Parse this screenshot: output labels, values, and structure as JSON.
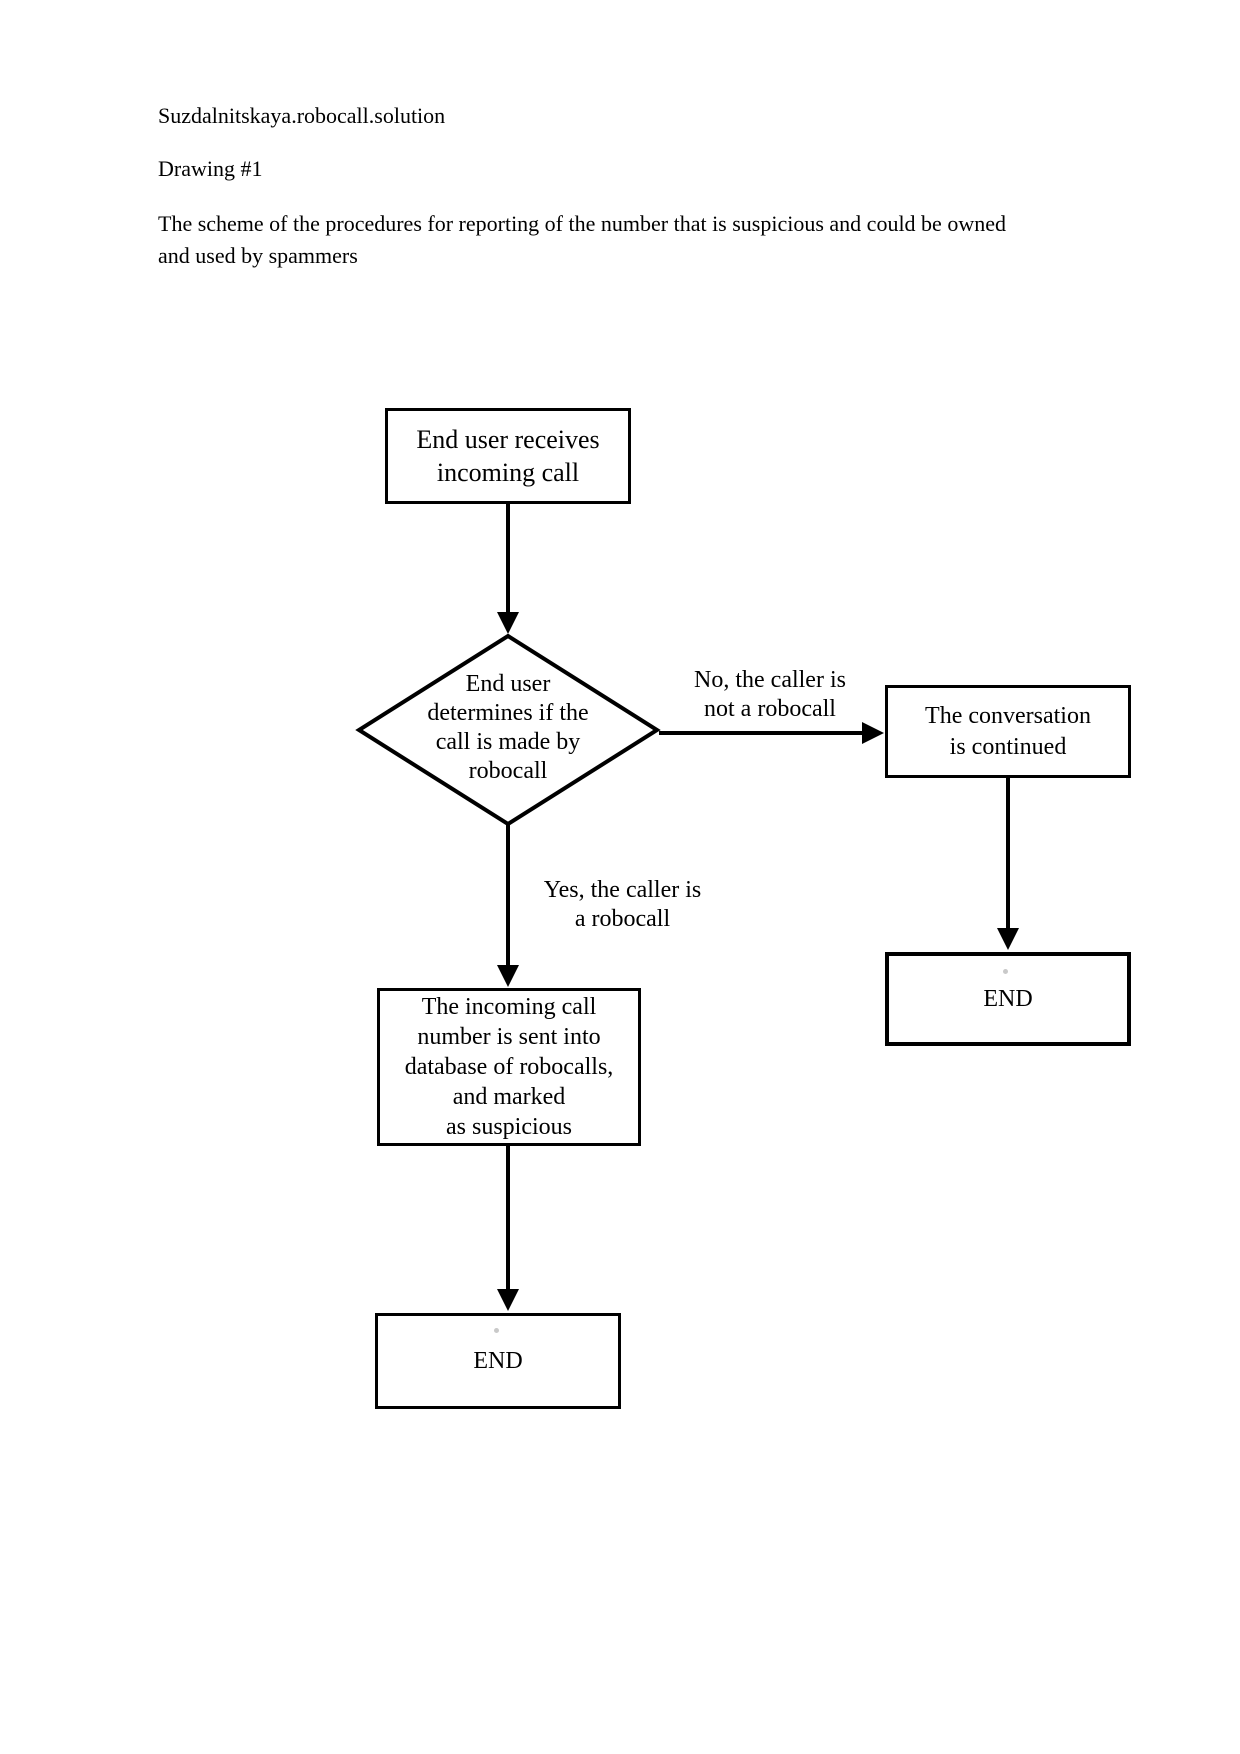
{
  "page": {
    "title": "Suzdalnitskaya.robocall.solution",
    "drawing_label": "Drawing #1",
    "description_lines": [
      "The scheme of the procedures for reporting of the number that is suspicious and could be owned",
      "and used by spammers"
    ]
  },
  "flowchart": {
    "start_box": {
      "lines": [
        "End user receives",
        "incoming call"
      ]
    },
    "decision": {
      "lines": [
        "End user",
        "determines if the",
        "call is made by",
        "robocall"
      ]
    },
    "no_branch_label": {
      "lines": [
        "No, the caller is",
        "not a robocall"
      ]
    },
    "yes_branch_label": {
      "lines": [
        "Yes, the caller is",
        "a robocall"
      ]
    },
    "conversation_box": {
      "lines": [
        "The conversation",
        "is continued"
      ]
    },
    "end_box_right": {
      "label": "END"
    },
    "database_box": {
      "lines": [
        "The incoming call",
        "number is sent into",
        "database of robocalls,",
        "and marked",
        "as suspicious"
      ]
    },
    "end_box_bottom": {
      "label": "END"
    }
  },
  "colors": {
    "background": "#ffffff",
    "line_color": "#000000",
    "text_color": "#000000"
  }
}
